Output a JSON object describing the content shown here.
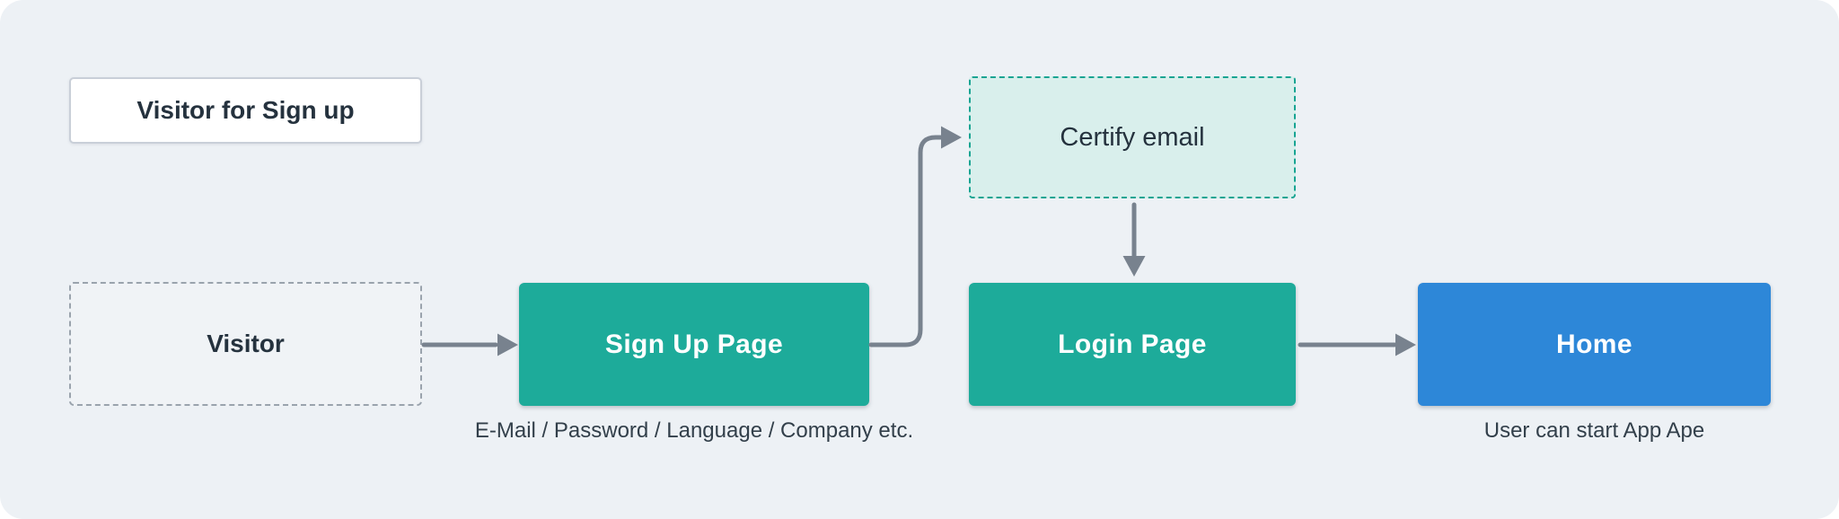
{
  "diagram": {
    "type": "flowchart",
    "background_color": "#edf1f5",
    "arrow_color": "#78828e"
  },
  "title_box": {
    "label": "Visitor for Sign up"
  },
  "nodes": [
    {
      "id": "visitor",
      "label": "Visitor",
      "style": "dashed-gray",
      "fill": "#f0f3f6",
      "border": "#9aa3ad"
    },
    {
      "id": "signup",
      "label": "Sign Up Page",
      "style": "solid-teal",
      "fill": "#1dab9a",
      "caption": "E-Mail / Password / Language / Company etc."
    },
    {
      "id": "certify",
      "label": "Certify email",
      "style": "dashed-teal",
      "fill": "#d9efec",
      "border": "#17a492"
    },
    {
      "id": "login",
      "label": "Login Page",
      "style": "solid-teal",
      "fill": "#1dab9a"
    },
    {
      "id": "home",
      "label": "Home",
      "style": "solid-blue",
      "fill": "#2d87d8",
      "caption": "User can start App Ape"
    }
  ],
  "edges": [
    {
      "from": "visitor",
      "to": "signup",
      "shape": "straight-right"
    },
    {
      "from": "signup",
      "to": "certify",
      "shape": "elbow-up-right"
    },
    {
      "from": "certify",
      "to": "login",
      "shape": "straight-down"
    },
    {
      "from": "login",
      "to": "home",
      "shape": "straight-right"
    }
  ]
}
